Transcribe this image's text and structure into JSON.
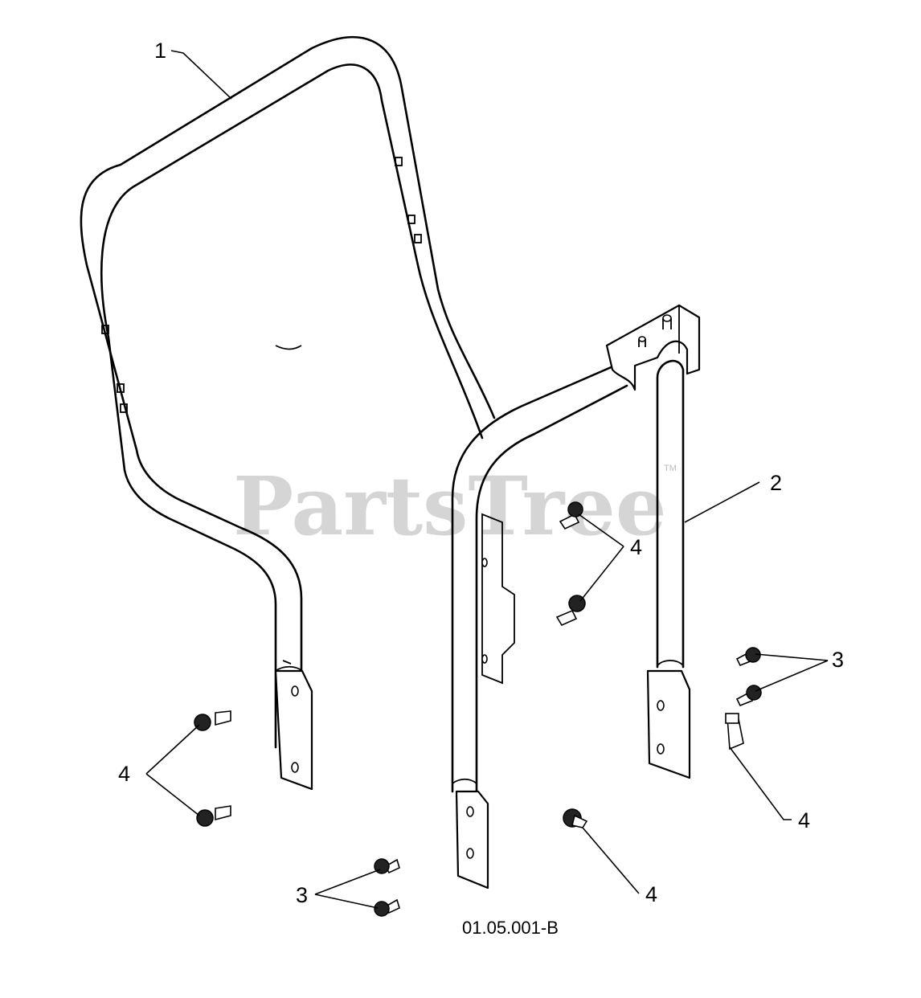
{
  "diagram": {
    "watermark": "PartsTree",
    "watermark_mark": "TM",
    "drawing_code": "01.05.001-B",
    "callouts": {
      "part_1": "1",
      "part_2": "2",
      "part_3_right": "3",
      "part_3_bottom": "3",
      "part_4_center": "4",
      "part_4_left": "4",
      "part_4_right": "4",
      "part_4_bottom": "4"
    }
  }
}
